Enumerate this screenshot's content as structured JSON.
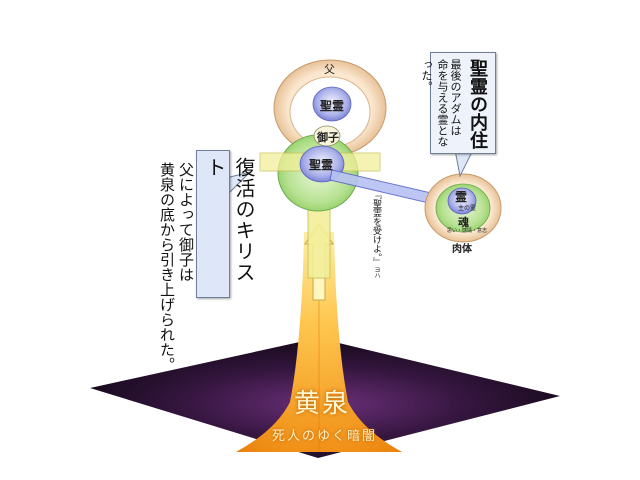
{
  "title_box": {
    "text": "復活のキリスト"
  },
  "caption": {
    "line1": "父によって御子は",
    "line2": "黄泉の底から引き上げられた。"
  },
  "spirit_box": {
    "title": "聖霊の内住",
    "line1": "最後のアダムは",
    "line2": "命を与える霊となった。"
  },
  "labels": {
    "father": "父",
    "holy_spirit_top": "聖霊",
    "son": "御子",
    "holy_spirit_center": "聖霊",
    "spirit": "霊",
    "spirit_sub": "主の霊",
    "soul": "魂",
    "soul_sub": "思い・感情・意志",
    "body": "肉体"
  },
  "arrow_note": "『聖霊を受けよ。』",
  "arrow_note_ref": "ヨハ",
  "hades": {
    "title": "黄泉",
    "subtitle": "死人のゆく暗闇"
  },
  "colors": {
    "outer_ring": "#f1d7b8",
    "inner_ring": "#ffffff",
    "holy_spirit": "#7f86d8",
    "son_ring": "#9fd37a",
    "cross": "#f2ef9a",
    "arrow": "#a8b3ee",
    "pillar": "#f39a1f",
    "pit": "#2a1338"
  }
}
